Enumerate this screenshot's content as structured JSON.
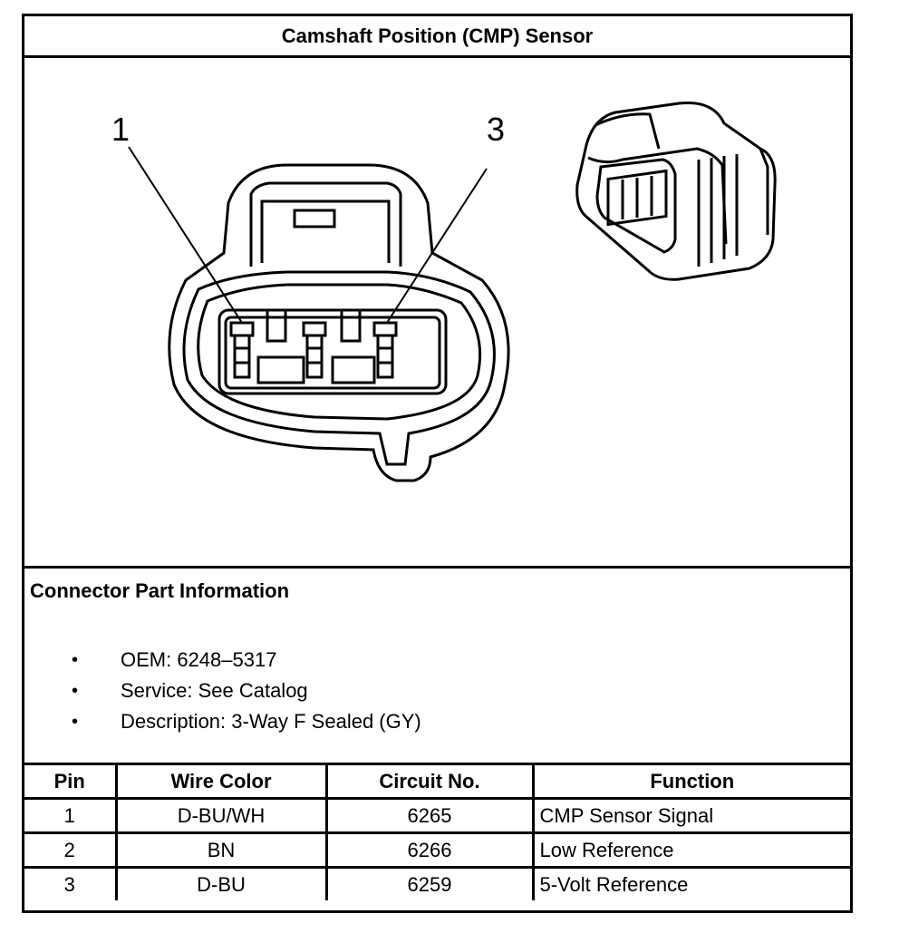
{
  "title": "Camshaft Position (CMP) Sensor",
  "figure": {
    "callouts": [
      "1",
      "3"
    ]
  },
  "connector_info": {
    "heading": "Connector Part Information",
    "bullet_glyph": "•",
    "items": [
      "OEM: 6248–5317",
      "Service: See Catalog",
      "Description: 3-Way F Sealed (GY)"
    ]
  },
  "pin_table": {
    "headers": [
      "Pin",
      "Wire Color",
      "Circuit No.",
      "Function"
    ],
    "rows": [
      [
        "1",
        "D-BU/WH",
        "6265",
        "CMP Sensor Signal"
      ],
      [
        "2",
        "BN",
        "6266",
        "Low Reference"
      ],
      [
        "3",
        "D-BU",
        "6259",
        "5-Volt Reference"
      ]
    ]
  }
}
